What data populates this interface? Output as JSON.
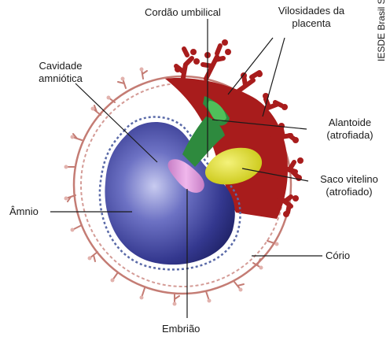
{
  "labels": {
    "umbilical_cord": "Cordão umbilical",
    "placental_villi_line1": "Vilosidades da",
    "placental_villi_line2": "placenta",
    "amniotic_cavity_line1": "Cavidade",
    "amniotic_cavity_line2": "amniótica",
    "allantois_line1": "Alantoide",
    "allantois_line2": "(atrofiada)",
    "yolk_sac_line1": "Saco vitelino",
    "yolk_sac_line2": "(atrofiado)",
    "amnion": "Âmnio",
    "chorion": "Cório",
    "embryo": "Embrião"
  },
  "credit": "IESDE Brasil S.A.",
  "colors": {
    "placenta": "#b01f1f",
    "amniotic_cavity": "#3b3f9a",
    "embryo": "#d98ad4",
    "allantois": "#3f9a4a",
    "yolk_sac": "#e3e021",
    "chorion_outline": "#d49b96",
    "amnion_dots": "#5a6aa8"
  }
}
